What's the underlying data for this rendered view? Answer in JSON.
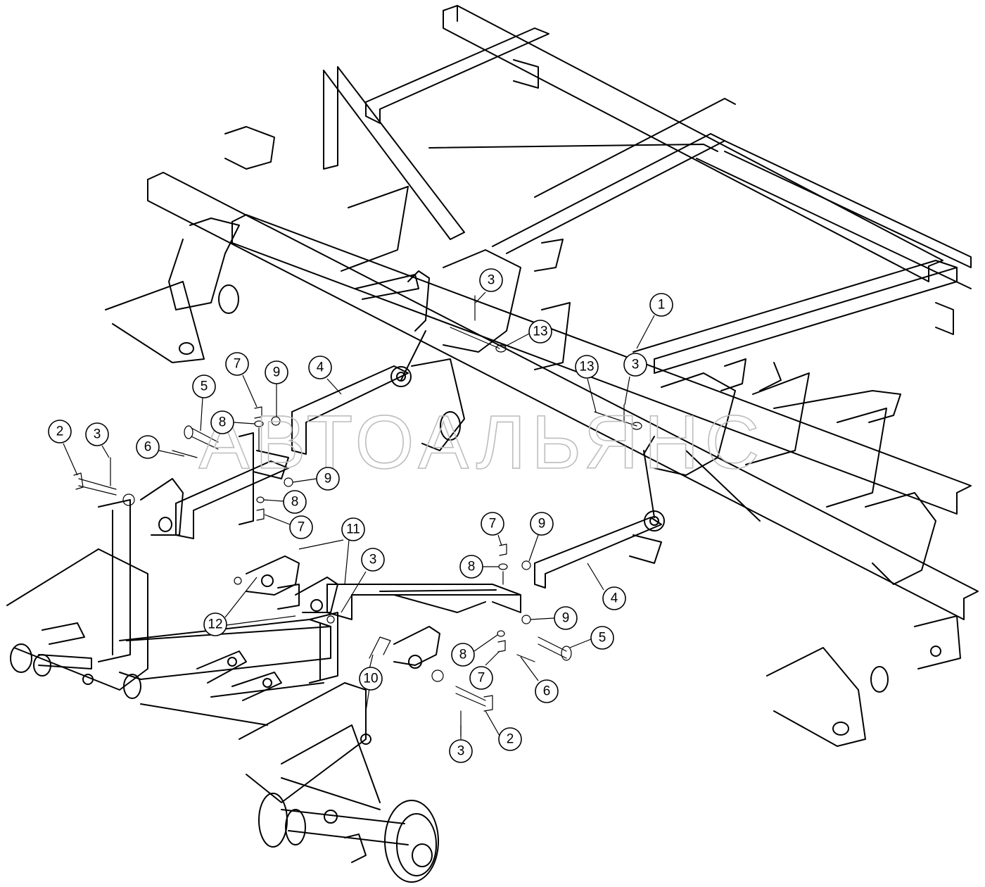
{
  "watermark": "АВТОАЛЬЯНС",
  "callouts": [
    "1",
    "2",
    "2",
    "3",
    "3",
    "3",
    "3",
    "3",
    "4",
    "4",
    "5",
    "5",
    "6",
    "6",
    "7",
    "7",
    "7",
    "7",
    "8",
    "8",
    "8",
    "8",
    "9",
    "9",
    "9",
    "9",
    "10",
    "11",
    "12",
    "13",
    "13"
  ]
}
